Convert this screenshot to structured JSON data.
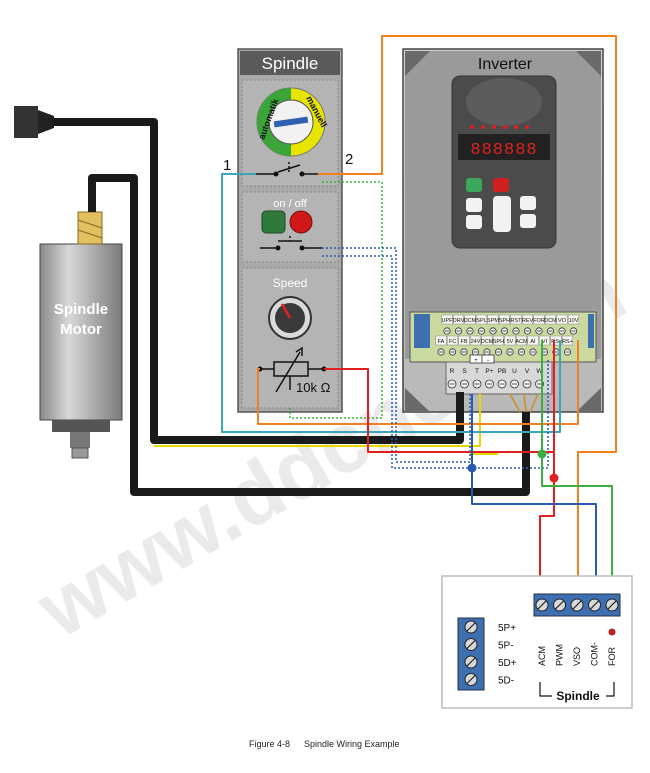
{
  "panel": {
    "title": "Spindle",
    "selector_left": "automatik",
    "selector_right": "manuell",
    "terminal_1": "1",
    "terminal_2": "2",
    "onoff_label": "on / off",
    "speed_label": "Speed",
    "pot_value": "10k Ω"
  },
  "motor": {
    "line1": "Spindle",
    "line2": "Motor"
  },
  "inverter": {
    "title": "Inverter",
    "display": "888888",
    "terminals_top": [
      "UPF",
      "DRV",
      "DCM",
      "SPL",
      "SPM",
      "SPH",
      "RST",
      "REV",
      "FOR",
      "DCM",
      "VO",
      "10V"
    ],
    "terminals_bottom": [
      "FA",
      "FC",
      "FB",
      "24V",
      "DCM",
      "SPH",
      "5V",
      "ACM",
      "AI",
      "VI",
      "RS-",
      "RS+"
    ],
    "power_terminals": [
      "R",
      "S",
      "T",
      "P+",
      "PB",
      "U",
      "V",
      "W"
    ],
    "power_top": [
      "+",
      "−"
    ]
  },
  "controller": {
    "left_terminals": [
      "5P+",
      "5P-",
      "5D+",
      "5D-"
    ],
    "right_terminals": [
      "ACM",
      "PWM",
      "VSO",
      "COM-",
      "FOR"
    ],
    "label": "Spindle"
  },
  "watermark": "www.ddcnc.com",
  "caption": {
    "figure": "Figure 4-8",
    "title": "Spindle Wiring Example"
  }
}
